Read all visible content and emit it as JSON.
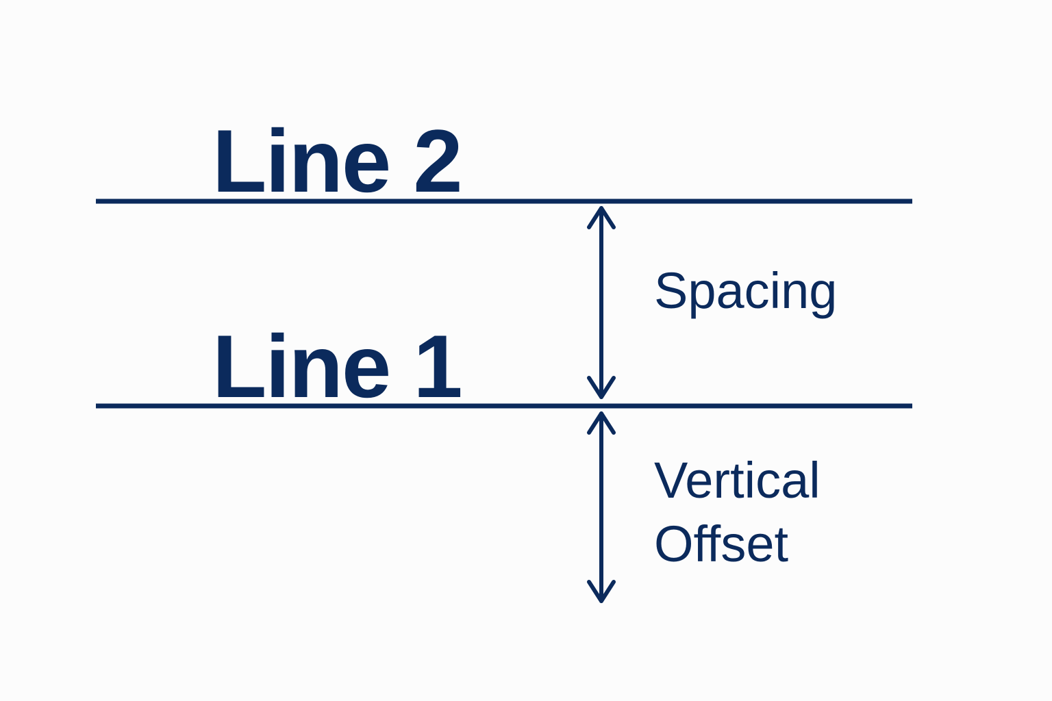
{
  "colors": {
    "background": "#fcfcfc",
    "ink": "#0b2a5c"
  },
  "lines": [
    {
      "id": "line2",
      "label": "Line 2"
    },
    {
      "id": "line1",
      "label": "Line 1"
    }
  ],
  "annotations": {
    "spacing": "Spacing",
    "vertical_offset": [
      "Vertical",
      "Offset"
    ]
  }
}
